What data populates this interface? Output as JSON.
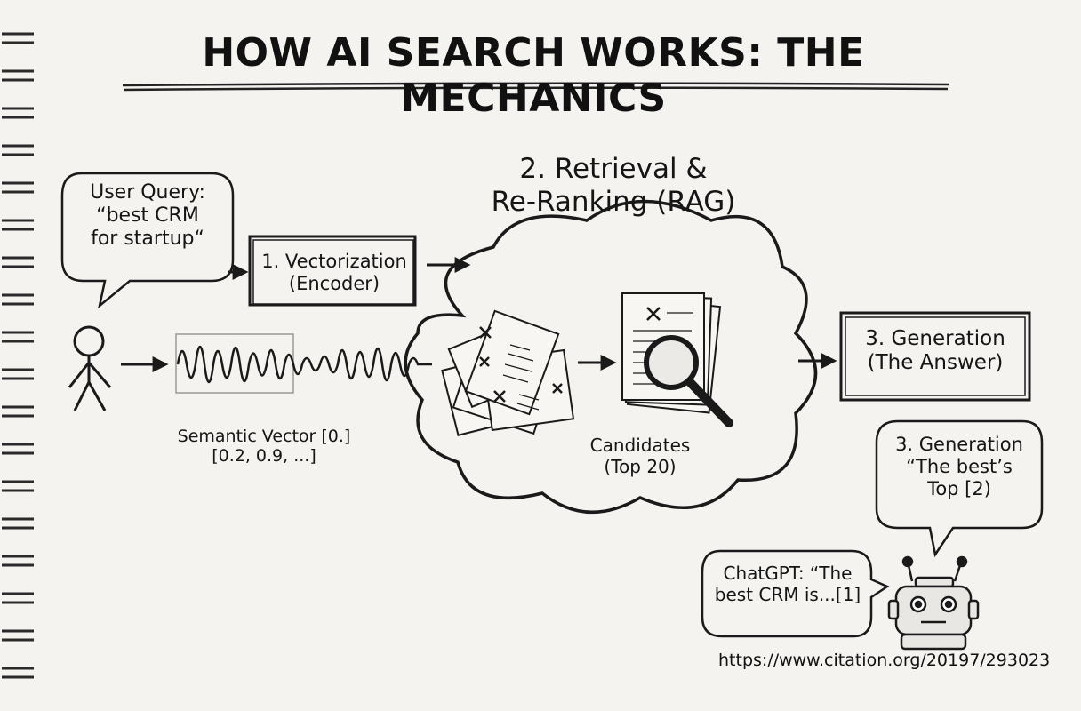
{
  "title": "HOW AI SEARCH WORKS: THE MECHANICS",
  "user_query": "User Query:\n“best CRM\nfor startup“",
  "step1": "1. Vectorization\n(Encoder)",
  "step2": "2. Retrieval &\nRe-Ranking (RAG)",
  "step3": "3. Generation\n(The Answer)",
  "vector": "Semantic Vector [0.]\n[0.2, 0.9, ...]",
  "candidates": "Candidates\n(Top 20)",
  "gen_bubble": "3. Generation\n“The best’s\nTop [2)",
  "chatgpt": "ChatGPT: “The\nbest CRM is...[1]",
  "url": "https://www.citation.org/20197/293023",
  "colors": {
    "ink": "#1a1a1a",
    "paper": "#f4f3f0",
    "spiral": "#2a2a2a"
  },
  "icons": [
    "spiral-binding",
    "stick-figure-user",
    "waveform",
    "document-pile",
    "magnifier",
    "robot",
    "arrow"
  ]
}
